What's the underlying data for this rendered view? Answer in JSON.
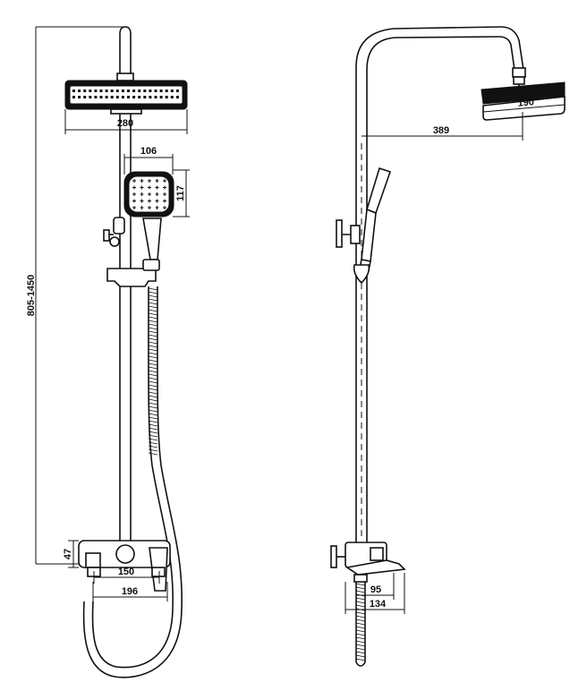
{
  "dimensions": {
    "front_overall_height": "805-1450",
    "front_head_width": "280",
    "hand_shower_width": "106",
    "hand_shower_height": "117",
    "mixer_height": "47",
    "mixer_center_distance": "150",
    "mixer_width": "196",
    "side_arm_reach": "389",
    "side_head_diameter": "190",
    "side_spout_depth": "95",
    "side_mixer_depth": "134"
  }
}
